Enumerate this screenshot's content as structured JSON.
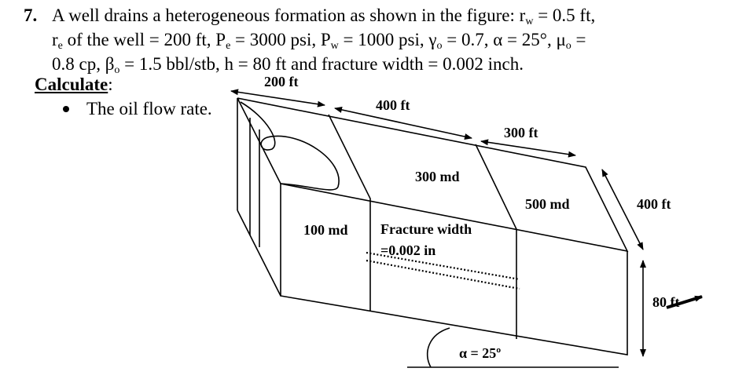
{
  "problem": {
    "number": "7.",
    "line1": "A well drains a heterogeneous formation as shown in the figure: r",
    "line1_sub": "w",
    "line1_end": " = 0.5 ft,",
    "line2_a": "r",
    "line2_sub1": "e",
    "line2_b": " of the well = 200 ft, P",
    "line2_sub2": "e",
    "line2_c": " = 3000 psi, P",
    "line2_sub3": "w",
    "line2_d": " = 1000 psi, γ",
    "line2_sub4": "o",
    "line2_e": " = 0.7, α = 25°, μ",
    "line2_sub5": "o",
    "line2_f": " =",
    "line3_a": "0.8 cp, β",
    "line3_sub": "o",
    "line3_b": " = 1.5 bbl/stb, h = 80 ft and fracture width = 0.002 inch."
  },
  "calculate_label": "Calculate",
  "calculate_colon": ":",
  "bullet_text": "The oil flow rate.",
  "figure": {
    "dim_top_1": "200 ft",
    "dim_top_2": "400 ft",
    "dim_top_3": "300 ft",
    "dim_side_width": "400 ft",
    "dim_height": "80 ft",
    "perm_1": "100 md",
    "perm_2": "300 md",
    "perm_3": "500 md",
    "fracture_label_1": "Fracture width",
    "fracture_label_2": "=0.002 in",
    "angle_label": "α = 25º"
  }
}
